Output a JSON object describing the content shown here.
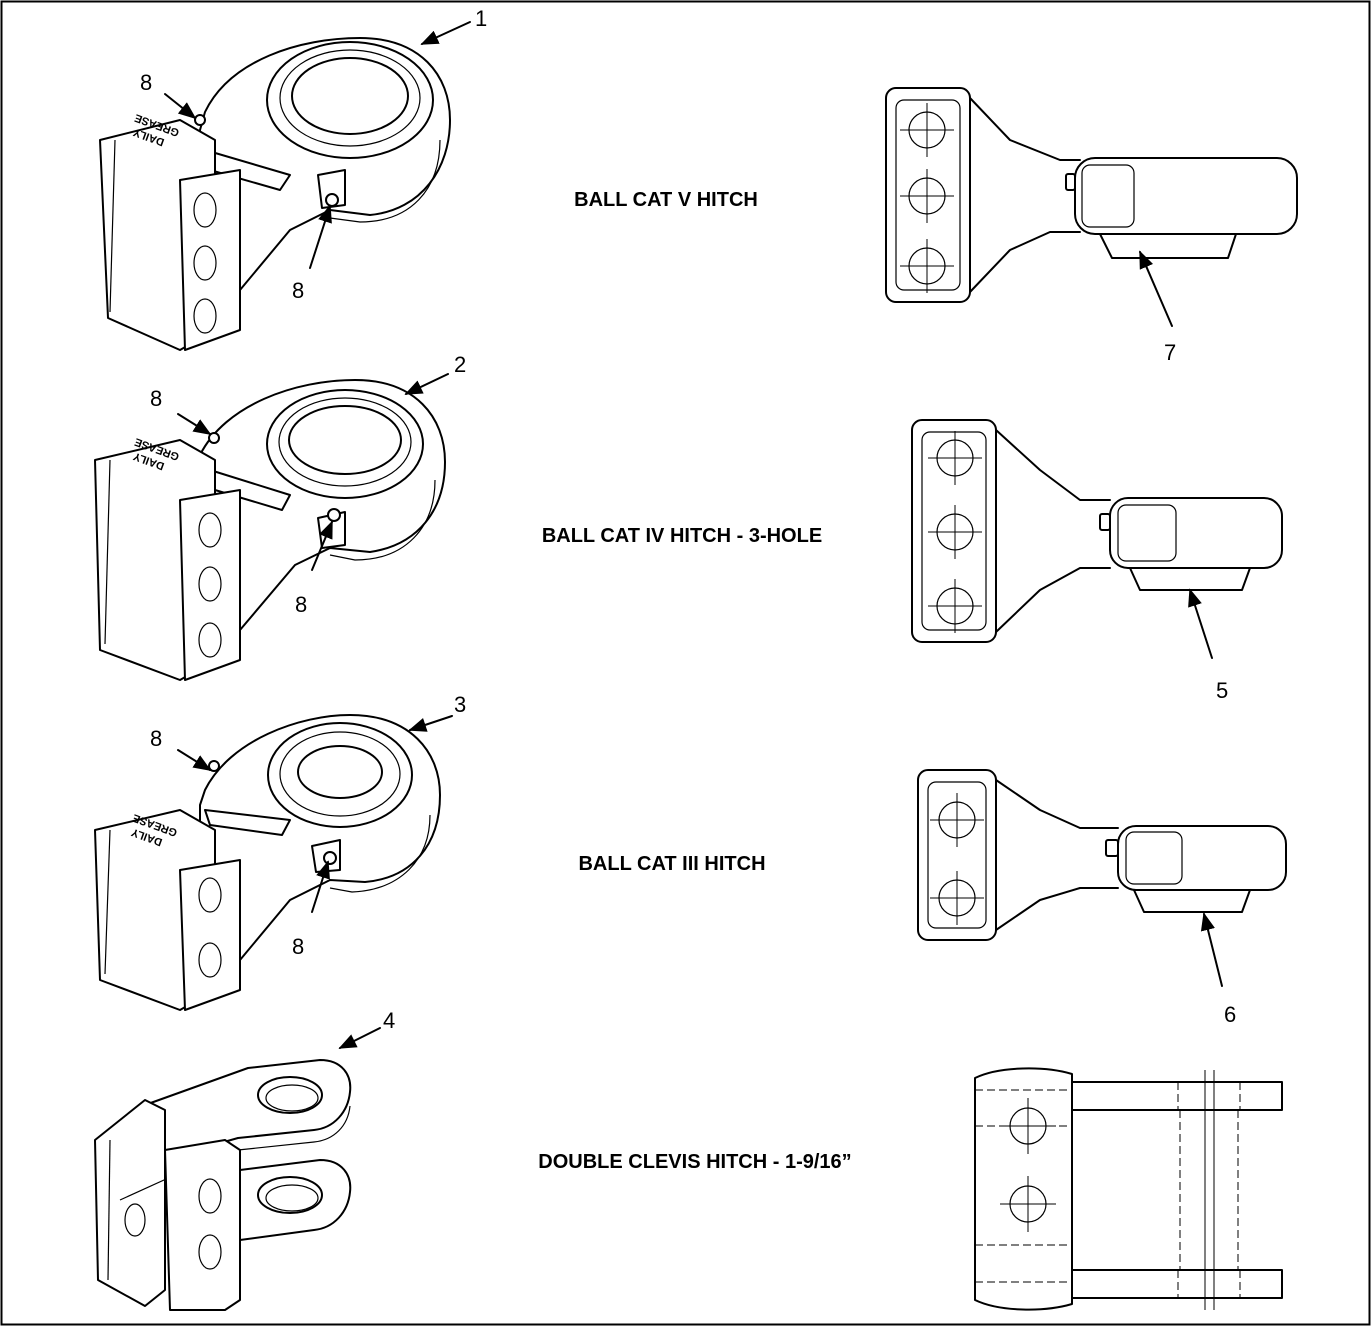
{
  "hitches": [
    {
      "caption": "BALL CAT V HITCH",
      "callout_main": "1",
      "callout_fitting_top": "8",
      "callout_fitting_bottom": "8",
      "callout_side_part": "7",
      "decal_line1": "GREASE",
      "decal_line2": "DAILY"
    },
    {
      "caption": "BALL CAT IV HITCH - 3-HOLE",
      "callout_main": "2",
      "callout_fitting_top": "8",
      "callout_fitting_bottom": "8",
      "callout_side_part": "5",
      "decal_line1": "GREASE",
      "decal_line2": "DAILY"
    },
    {
      "caption": "BALL CAT III HITCH",
      "callout_main": "3",
      "callout_fitting_top": "8",
      "callout_fitting_bottom": "8",
      "callout_side_part": "6",
      "decal_line1": "GREASE",
      "decal_line2": "DAILY"
    },
    {
      "caption": "DOUBLE CLEVIS HITCH - 1-9/16”",
      "callout_main": "4"
    }
  ]
}
